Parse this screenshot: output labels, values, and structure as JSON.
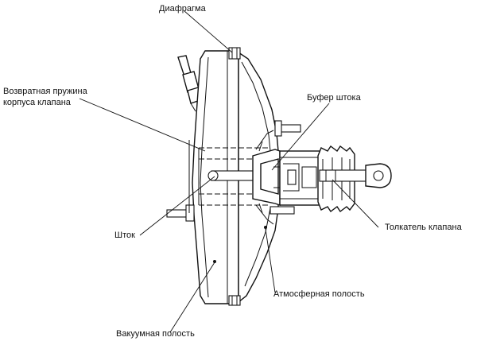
{
  "labels": {
    "diaphragm": "Диафрагма",
    "return_spring_line1": "Возвратная пружина",
    "return_spring_line2": "корпуса клапана",
    "rod_buffer": "Буфер штока",
    "rod": "Шток",
    "valve_pusher": "Толкатель клапана",
    "atmospheric_chamber": "Атмосферная полость",
    "vacuum_chamber": "Вакуумная полость"
  },
  "colors": {
    "line": "#111111",
    "background": "#ffffff"
  }
}
